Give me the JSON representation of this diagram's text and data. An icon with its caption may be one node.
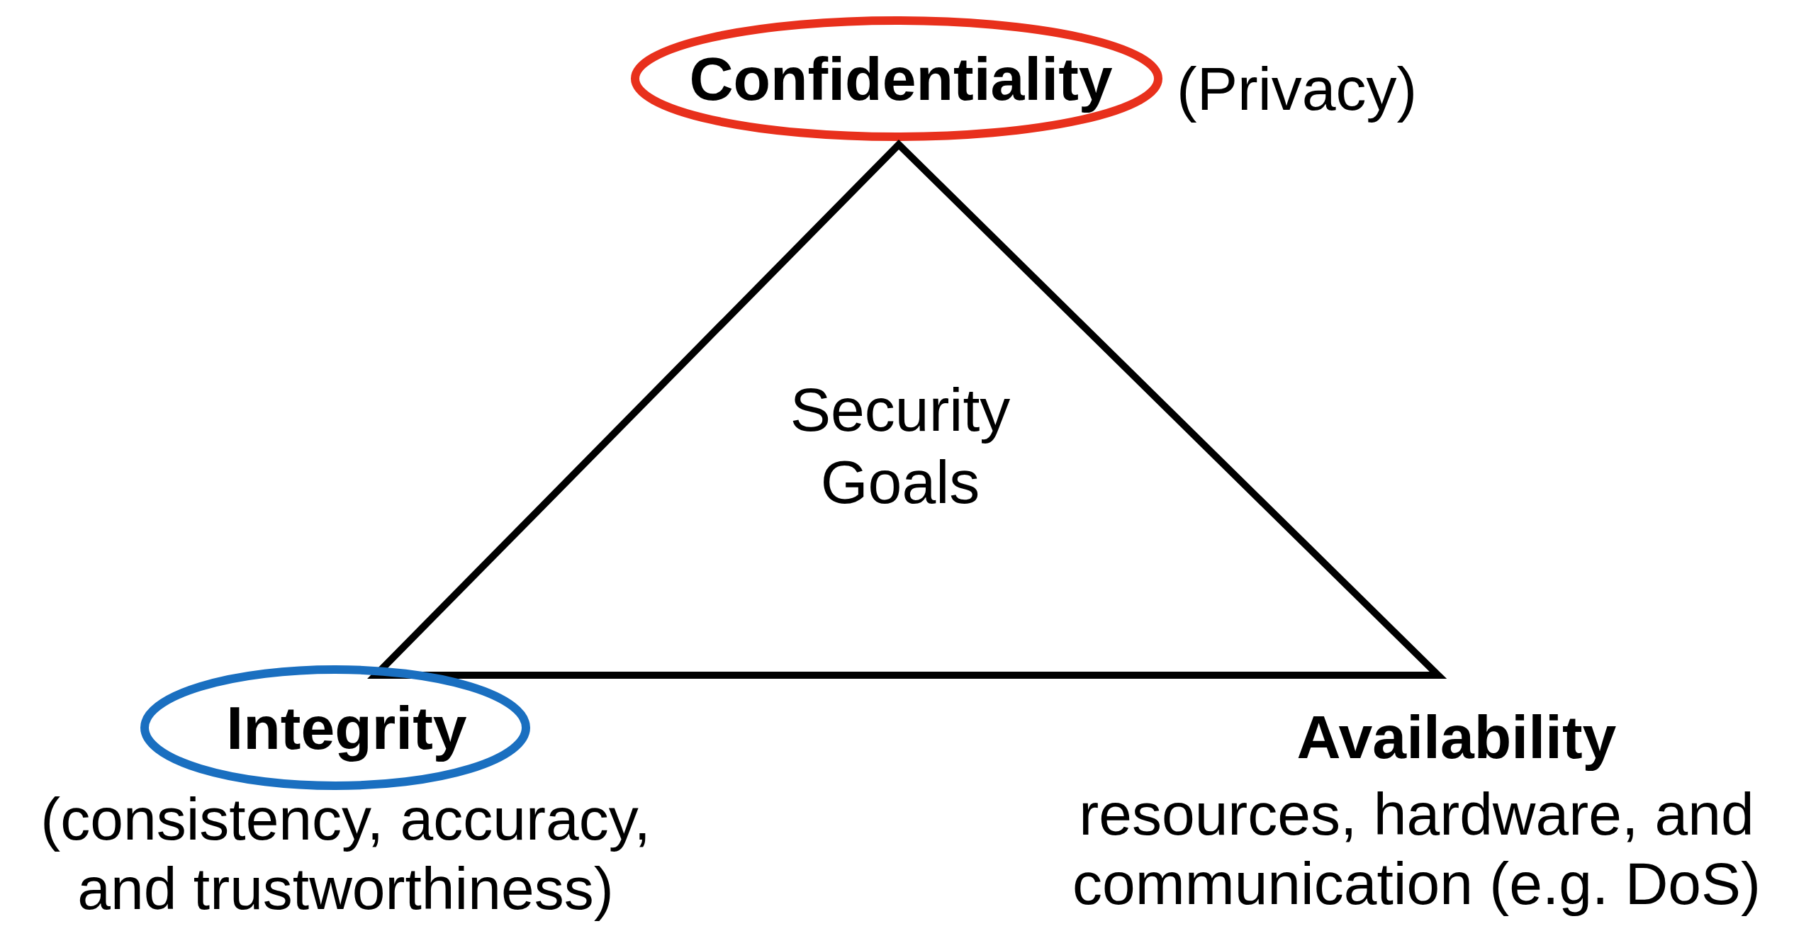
{
  "diagram": {
    "nodes": [
      {
        "text": [
          "Confidentiality"
        ],
        "beside": [
          "(Privacy)"
        ]
      },
      {
        "text": [
          "Security Goals"
        ]
      },
      {
        "text": [
          "Integrity"
        ],
        "beside": [
          "(consistency, accuracy, and trustworthiness)"
        ]
      }
    ],
    "edges": [],
    "labels": [
      "Availability",
      "resources, hardware, and communication (e.g. DoS)"
    ]
  }
}
